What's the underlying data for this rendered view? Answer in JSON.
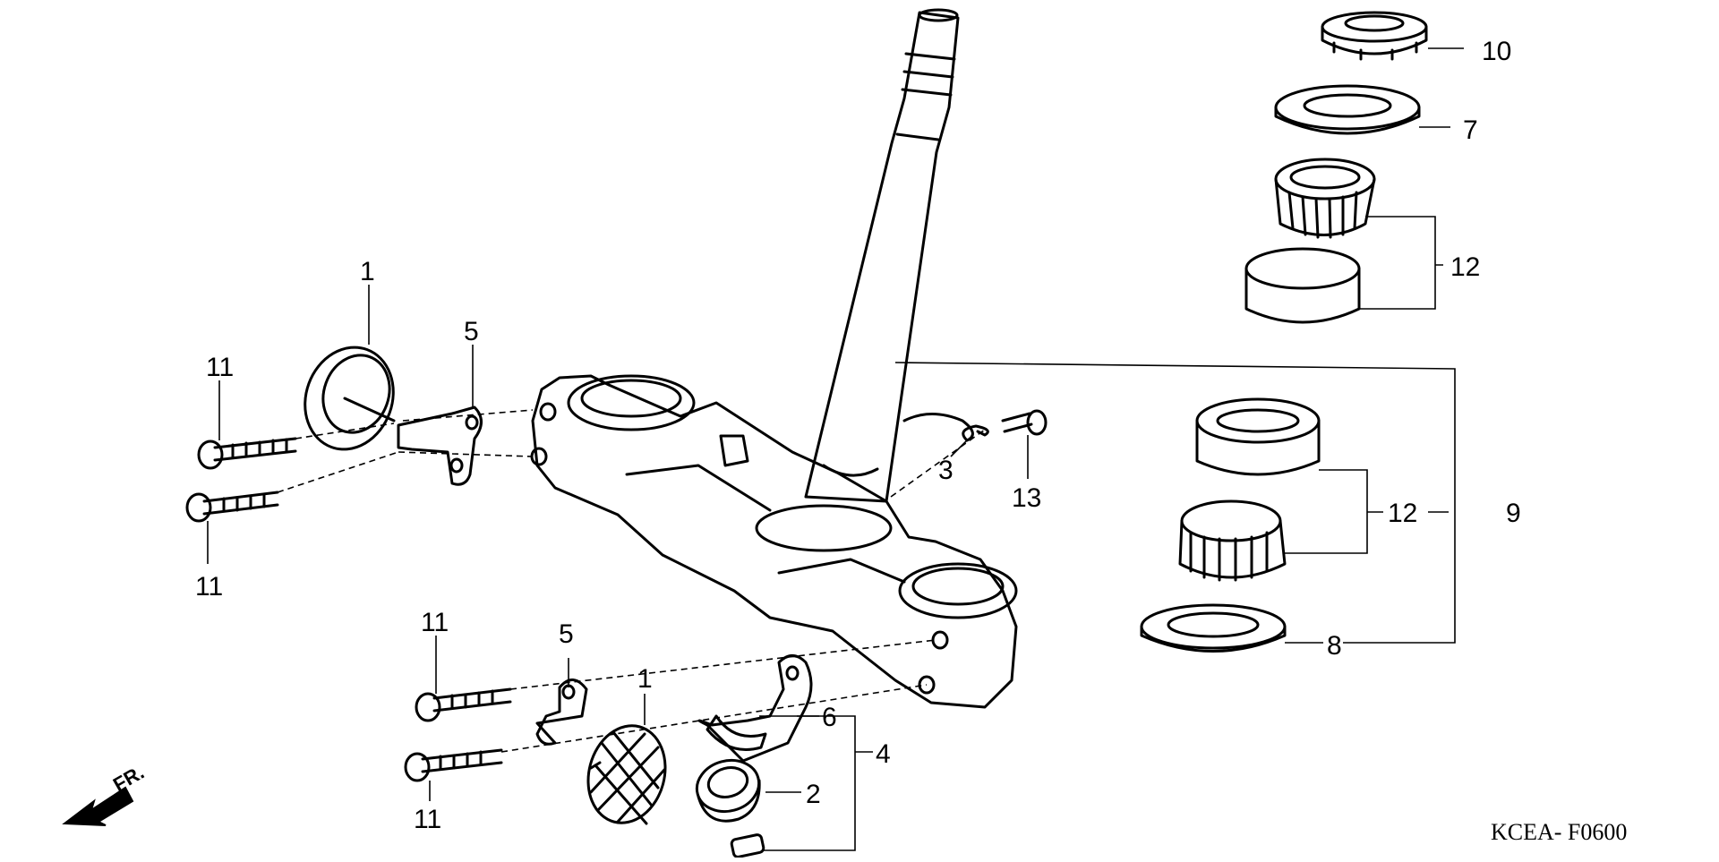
{
  "diagram": {
    "reference_code": "KCEA‑ F0600",
    "direction_label": "FR.",
    "colors": {
      "ink": "#000000",
      "paper": "#ffffff"
    },
    "labels": {
      "n1a": "1",
      "n1b": "1",
      "n2": "2",
      "n3": "3",
      "n4": "4",
      "n5a": "5",
      "n5b": "5",
      "n6": "6",
      "n7": "7",
      "n8": "8",
      "n9": "9",
      "n10": "10",
      "n11a": "11",
      "n11b": "11",
      "n11c": "11",
      "n11d": "11",
      "n12a": "12",
      "n12b": "12",
      "n13": "13"
    }
  }
}
